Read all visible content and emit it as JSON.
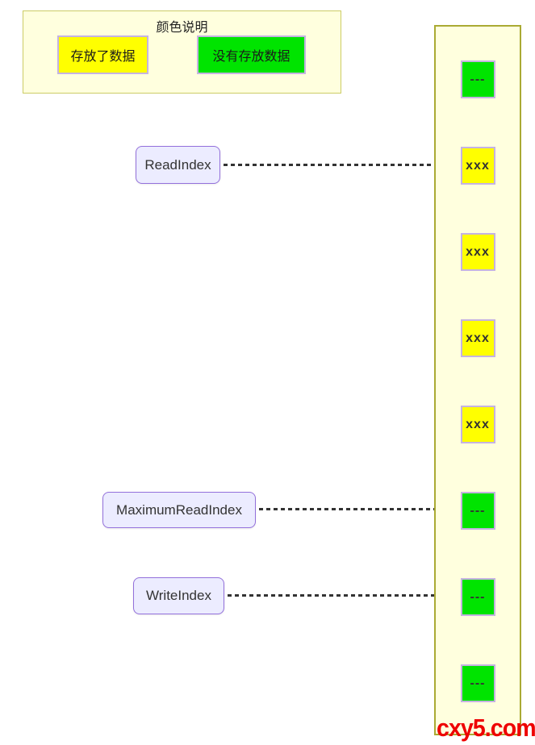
{
  "legend": {
    "title": "颜色说明",
    "items": [
      {
        "label": "存放了数据",
        "state": "filled"
      },
      {
        "label": "没有存放数据",
        "state": "empty"
      }
    ]
  },
  "pointers": [
    {
      "label": "ReadIndex",
      "target_cell_index": 1
    },
    {
      "label": "MaximumReadIndex",
      "target_cell_index": 5
    },
    {
      "label": "WriteIndex",
      "target_cell_index": 6
    }
  ],
  "buffer": {
    "cells": [
      {
        "text": "---",
        "state": "empty"
      },
      {
        "text": "xxx",
        "state": "filled"
      },
      {
        "text": "xxx",
        "state": "filled"
      },
      {
        "text": "xxx",
        "state": "filled"
      },
      {
        "text": "xxx",
        "state": "filled"
      },
      {
        "text": "---",
        "state": "empty"
      },
      {
        "text": "---",
        "state": "empty"
      },
      {
        "text": "---",
        "state": "empty"
      }
    ]
  },
  "watermark": {
    "text": "cxy5.com"
  },
  "colors": {
    "filled": "#ffff00",
    "empty": "#00e400",
    "cell_border": "#c5b3e1",
    "label_fill": "#ececff",
    "label_border": "#9370db",
    "container_fill": "#ffffde",
    "container_border": "#aaaa33",
    "legend_border": "#cccc66",
    "arrow": "#333333",
    "watermark_red": "#ee0000"
  }
}
